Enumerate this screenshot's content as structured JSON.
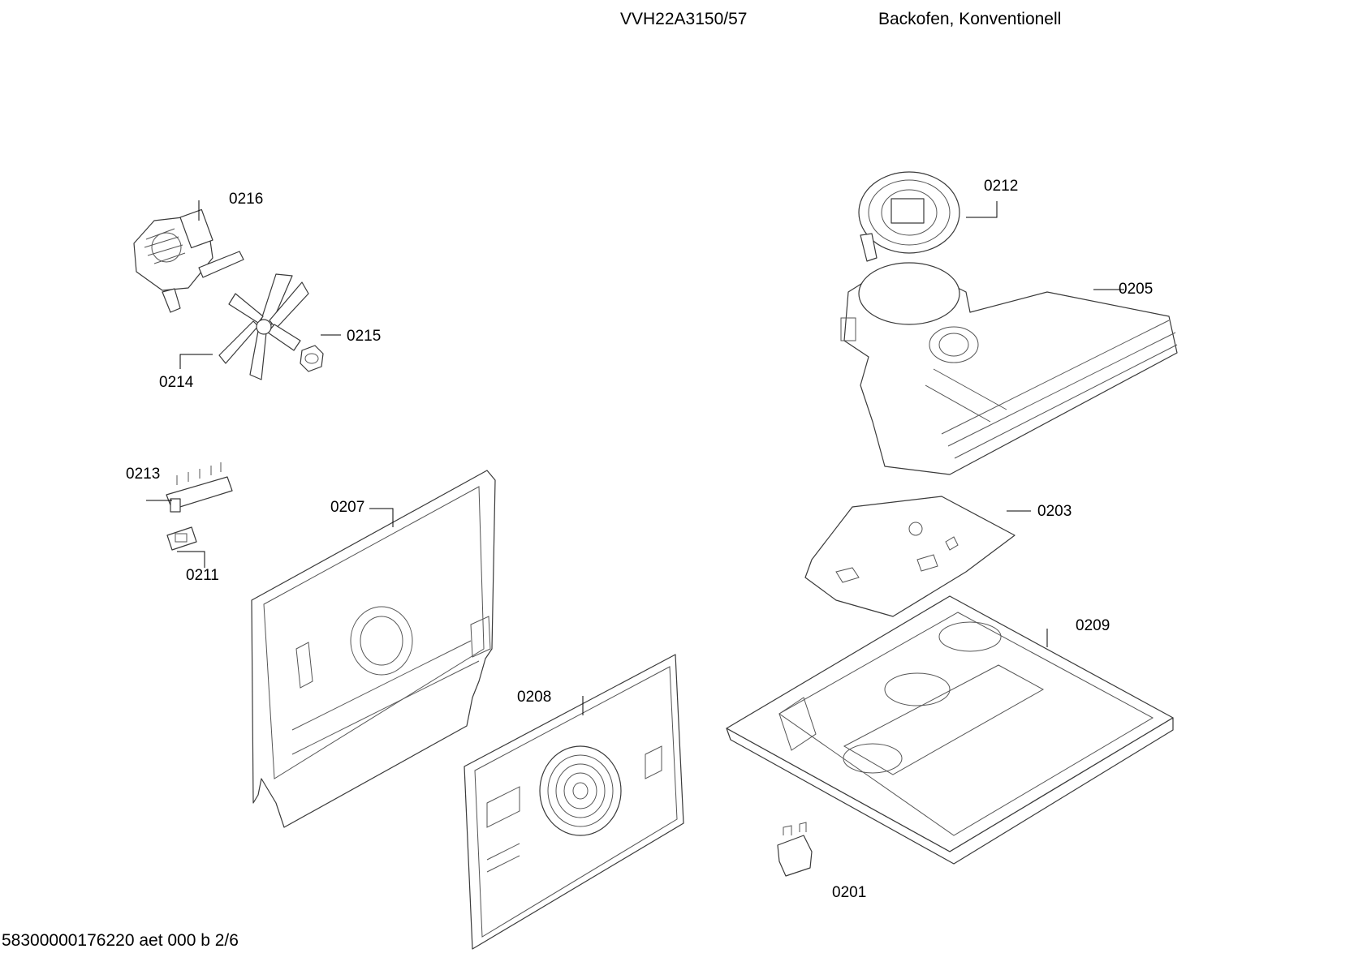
{
  "header": {
    "model": "VVH22A3150/57",
    "description": "Backofen, Konventionell"
  },
  "footer": {
    "document_code": "58300000176220 aet 000 b 2/6"
  },
  "parts": {
    "p0201": "0201",
    "p0203": "0203",
    "p0205": "0205",
    "p0207": "0207",
    "p0208": "0208",
    "p0209": "0209",
    "p0211": "0211",
    "p0212": "0212",
    "p0213": "0213",
    "p0214": "0214",
    "p0215": "0215",
    "p0216": "0216"
  }
}
